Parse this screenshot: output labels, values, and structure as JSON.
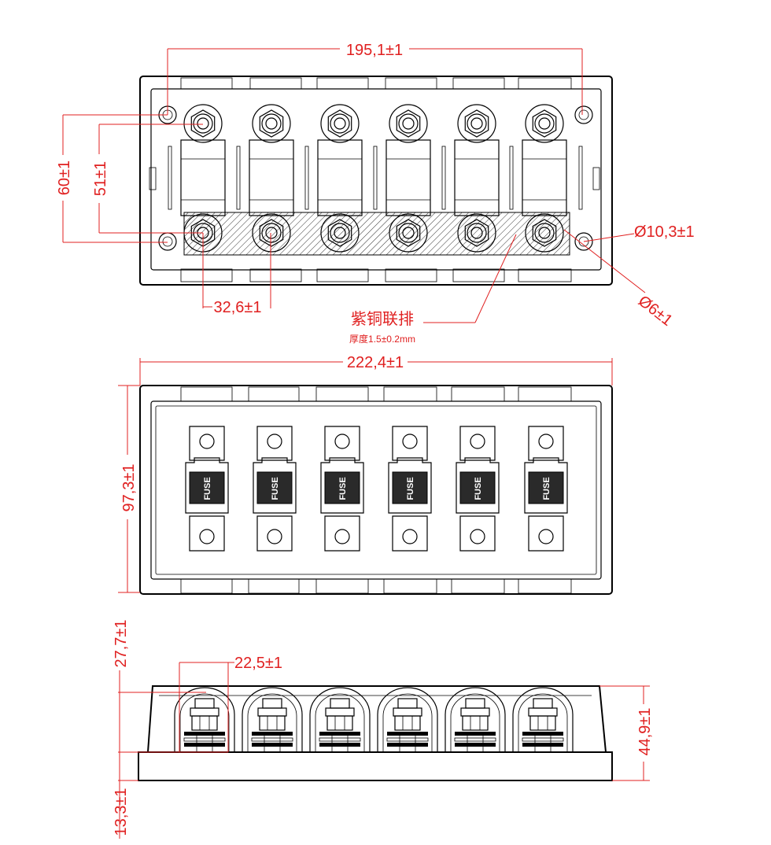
{
  "dimensions": {
    "top_width": "195,1±1",
    "top_height_outer": "60±1",
    "top_height_inner": "51±1",
    "pitch": "32,6±1",
    "stud_diameter": "Ø10,3±1",
    "hole_diameter": "Ø6±1",
    "busbar_label": "紫铜联排",
    "busbar_thickness": "厚度1.5±0.2mm",
    "overall_width": "222,4±1",
    "overall_height": "97,3±1",
    "side_top": "27,7±1",
    "side_pitch": "22,5±1",
    "side_height": "44,9±1",
    "side_base": "13,3±1"
  },
  "fuse_label": "FUSE",
  "colors": {
    "dimension": "#e02020",
    "outline": "#000000",
    "fuse_body": "#2a2a2a"
  }
}
